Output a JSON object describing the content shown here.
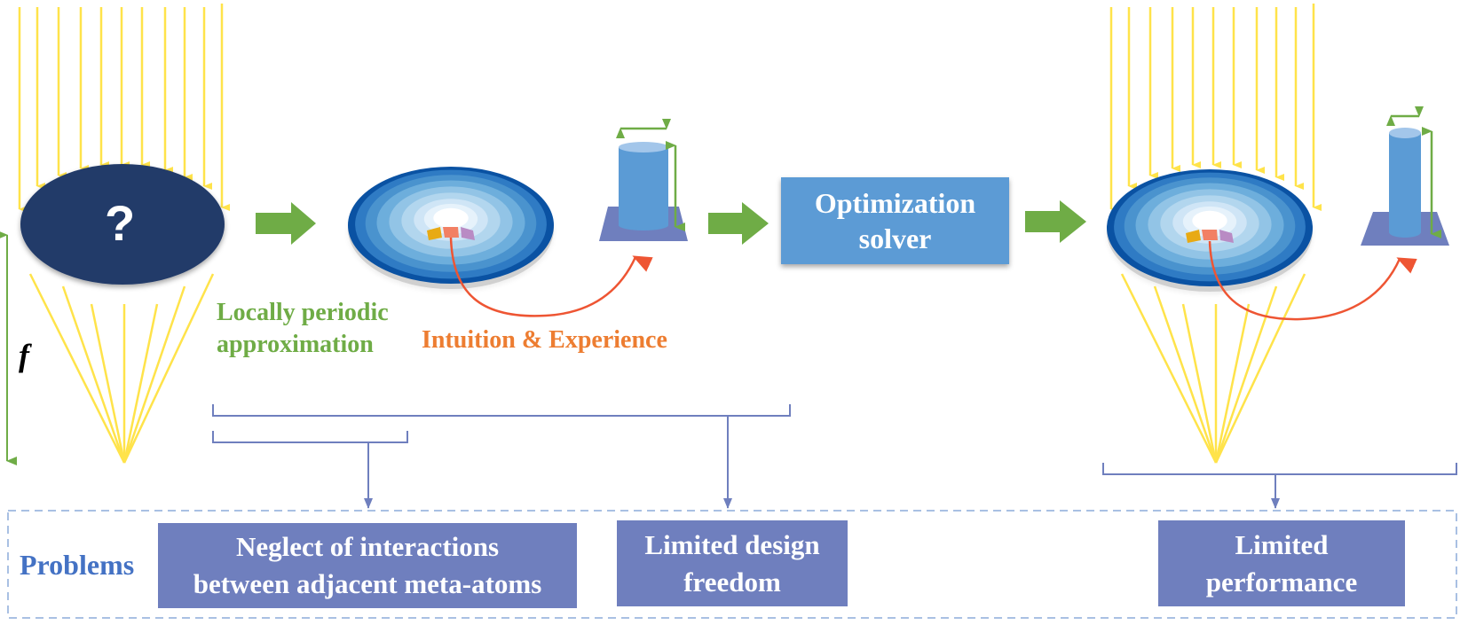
{
  "colors": {
    "light_ray": "#FFE34A",
    "lens_dark": "#243B69",
    "green_arrow": "#6FAC46",
    "orange_text": "#ED7D31",
    "red_curve": "#EE5533",
    "solver_box": "#5B9BD5",
    "problem_box": "#6F7FBE",
    "bracket": "#6F7FBE",
    "problems_label": "#4472C4",
    "dashed_border": "#A9C0E3",
    "substrate": "#6F7FBE",
    "pillar": "#5B9BD5",
    "pillar_top": "#A3C6EA",
    "cell_yellow": "#E8AA14",
    "cell_salmon": "#F28064",
    "cell_purple": "#B98BC4"
  },
  "unknown_lens": {
    "symbol": "?"
  },
  "focal_length_label": "f",
  "labels": {
    "locally_periodic": [
      "Locally periodic",
      "approximation"
    ],
    "intuition": "Intuition & Experience"
  },
  "solver": {
    "lines": [
      "Optimization",
      "solver"
    ]
  },
  "problems": {
    "title": "Problems",
    "items": [
      {
        "lines": [
          "Neglect of interactions",
          "between adjacent meta-atoms"
        ]
      },
      {
        "lines": [
          "Limited design",
          "freedom"
        ]
      },
      {
        "lines": [
          "Limited",
          "performance"
        ]
      }
    ]
  }
}
